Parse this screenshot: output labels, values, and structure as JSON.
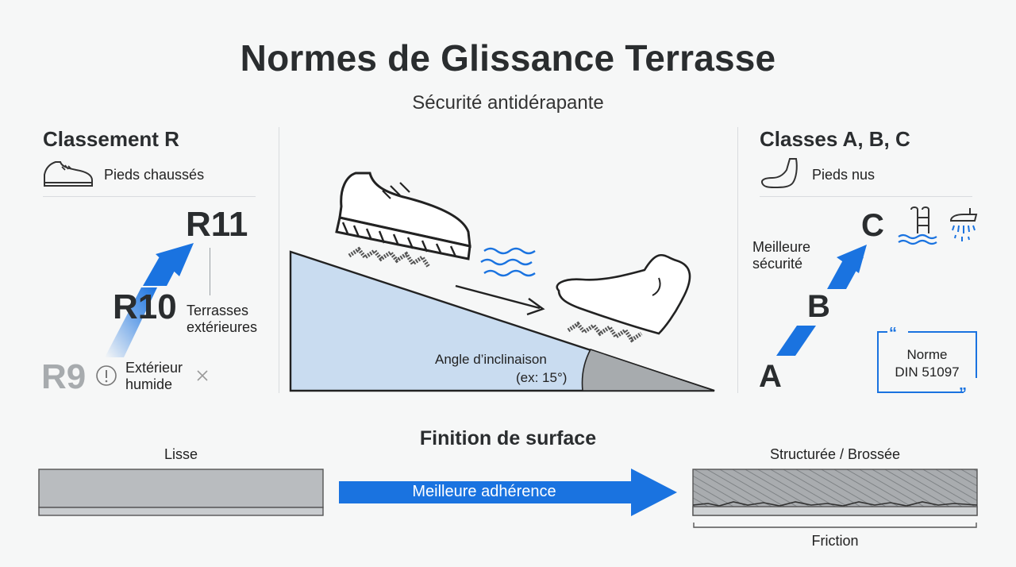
{
  "title": "Normes de Glissance Terrasse",
  "subtitle": "Sécurité antidérapante",
  "left": {
    "heading": "Classement R",
    "icon": "shoe-icon",
    "icon_label": "Pieds chaussés",
    "r11": "R11",
    "r10": "R10",
    "r9": "R9",
    "r10_note": "Terrasses extérieures",
    "r9_note": "Extérieur humide"
  },
  "center": {
    "angle_label": "Angle d’inclinaison",
    "angle_example": "(ex: 15°)"
  },
  "right": {
    "heading": "Classes A, B, C",
    "icon": "bare-foot-icon",
    "icon_label": "Pieds nus",
    "c": "C",
    "b": "B",
    "a": "A",
    "safety_note": "Meilleure sécurité",
    "norm_line1": "Norme",
    "norm_line2": "DIN 51097"
  },
  "surface": {
    "heading": "Finition de surface",
    "smooth_label": "Lisse",
    "textured_label": "Structurée / Brossée",
    "arrow_label": "Meilleure adhérence",
    "friction_label": "Friction"
  },
  "colors": {
    "accent_blue": "#1a73e0",
    "slope_fill": "#c9dcf0",
    "text_dark": "#2a2d2f",
    "gray_surface": "#b9bcbf"
  }
}
